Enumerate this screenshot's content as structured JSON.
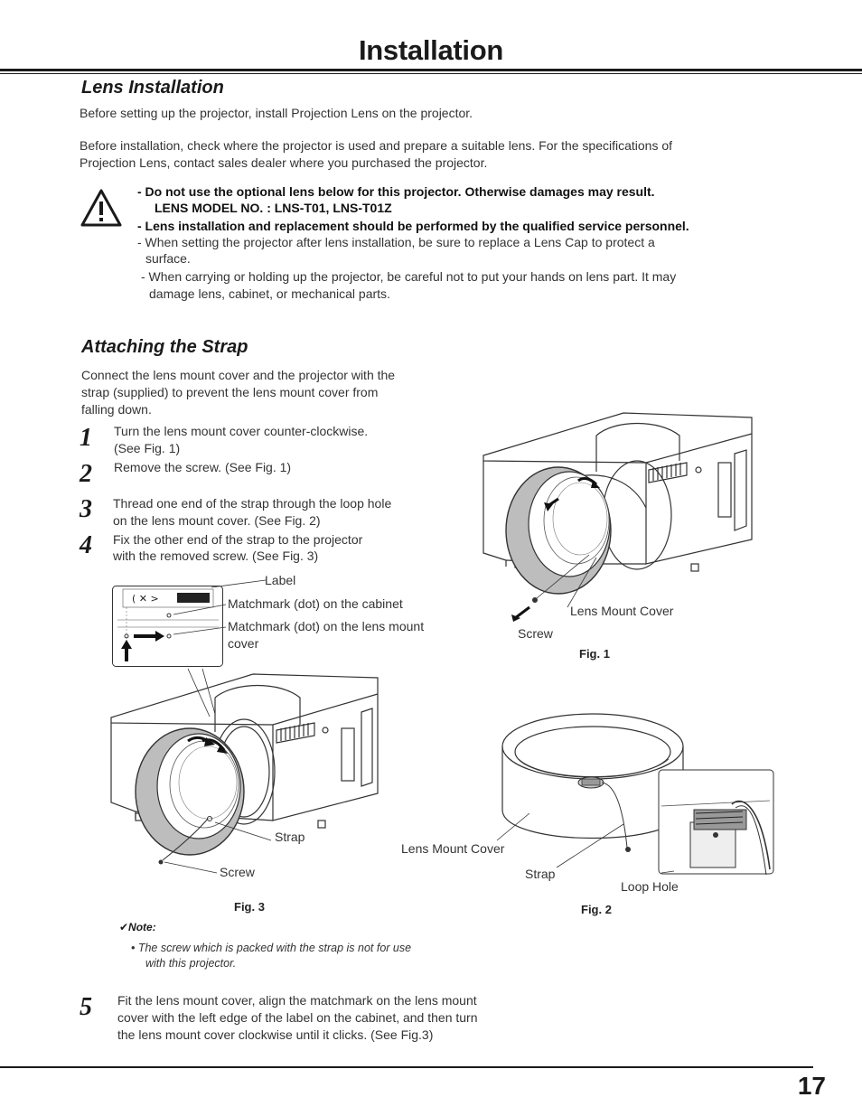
{
  "page": {
    "title": "Installation",
    "page_number": "17"
  },
  "lens_installation": {
    "heading": "Lens Installation",
    "para1": "Before setting up the projector, install Projection Lens on the projector.",
    "para2_line1": "Before installation, check where the projector is used and prepare a suitable lens. For the specifications of",
    "para2_line2": "Projection Lens, contact sales dealer where you purchased the projector.",
    "warning_icon": "warning-triangle-icon",
    "warnings": {
      "w1": "- Do not use the optional lens below for this projector.  Otherwise damages may result.",
      "w1_model": "LENS MODEL NO.  :  LNS-T01, LNS-T01Z",
      "w2": "- Lens installation and replacement should be performed by the qualified service personnel.",
      "w3_line1": "- When setting the projector after lens installation, be sure to replace a Lens Cap to protect a",
      "w3_line2": "surface.",
      "w4_line1": "- When carrying or holding up the projector, be careful not to put your hands on lens part.  It may",
      "w4_line2": "damage lens, cabinet, or mechanical parts."
    }
  },
  "strap": {
    "heading": "Attaching the Strap",
    "intro_line1": "Connect the lens mount cover and the projector with the",
    "intro_line2": "strap (supplied) to prevent the lens mount cover from",
    "intro_line3": "falling down.",
    "steps": [
      {
        "num": "1",
        "line1": "Turn the lens mount cover counter-clockwise.",
        "line2": "(See Fig. 1)"
      },
      {
        "num": "2",
        "line1": "Remove the screw. (See Fig. 1)",
        "line2": ""
      },
      {
        "num": "3",
        "line1": "Thread one end of the strap through the loop hole",
        "line2": "on the lens mount cover. (See Fig. 2)"
      },
      {
        "num": "4",
        "line1": "Fix the other end of the strap to the projector",
        "line2": "with the removed screw. (See Fig. 3)"
      },
      {
        "num": "5",
        "line1": "Fit the lens mount cover, align the matchmark on the lens mount",
        "line2": "cover with the left edge of the label on the cabinet, and then turn",
        "line3": "the lens mount cover clockwise until it clicks. (See Fig.3)"
      }
    ]
  },
  "fig1": {
    "caption": "Fig. 1",
    "lens_mount_cover": "Lens Mount Cover",
    "screw": "Screw"
  },
  "fig3": {
    "caption": "Fig. 3",
    "label": "Label",
    "matchmark_cabinet": "Matchmark (dot) on the cabinet",
    "matchmark_lens_line1": "Matchmark (dot) on the lens mount",
    "matchmark_lens_line2": "cover",
    "strap": "Strap",
    "screw": "Screw"
  },
  "fig2": {
    "caption": "Fig. 2",
    "lens_mount_cover": "Lens Mount Cover",
    "strap": "Strap",
    "loop_hole": "Loop Hole"
  },
  "note": {
    "heading": "✔Note:",
    "line1": "• The screw which is packed with the strap is not for use",
    "line2": "with this projector."
  }
}
